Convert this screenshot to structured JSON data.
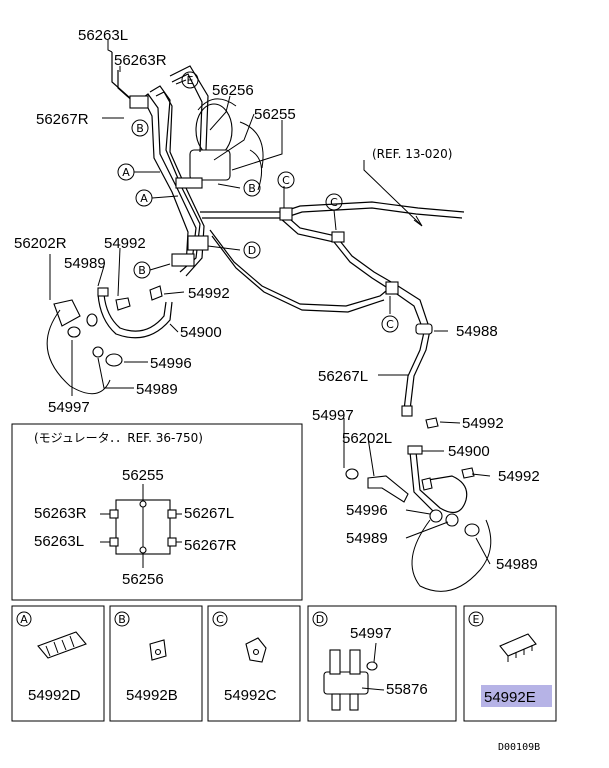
{
  "labels": {
    "p56263L_top": "56263L",
    "p56263R_top": "56263R",
    "p56267R_top": "56267R",
    "p56256_top": "56256",
    "p56255_top": "56255",
    "p56202R": "56202R",
    "p54992_a": "54992",
    "p54989_a": "54989",
    "p54992_b": "54992",
    "p54900_a": "54900",
    "p54996_a": "54996",
    "p54989_b": "54989",
    "p54997_a": "54997",
    "p54988": "54988",
    "p56267L": "56267L",
    "p54997_b": "54997",
    "p54992_c": "54992",
    "p56202L": "56202L",
    "p54900_b": "54900",
    "p54992_d": "54992",
    "p54996_b": "54996",
    "p54989_c": "54989",
    "p54989_d": "54989"
  },
  "ref_note": "(REF. 13-020)",
  "inset": {
    "title": "(モジュレータ．．REF. 36-750)",
    "p56255": "56255",
    "p56263R": "56263R",
    "p56263L": "56263L",
    "p56267L": "56267L",
    "p56267R": "56267R",
    "p56256": "56256"
  },
  "callouts": [
    "A",
    "B",
    "C",
    "D",
    "E"
  ],
  "detail_boxes": [
    {
      "letter": "A",
      "part": "54992D"
    },
    {
      "letter": "B",
      "part": "54992B"
    },
    {
      "letter": "C",
      "part": "54992C"
    },
    {
      "letter": "D",
      "part": "55876",
      "part2": "54997"
    },
    {
      "letter": "E",
      "part": "54992E"
    }
  ],
  "diagram_code": "D00109B",
  "highlight_color": "#b6b3e6"
}
